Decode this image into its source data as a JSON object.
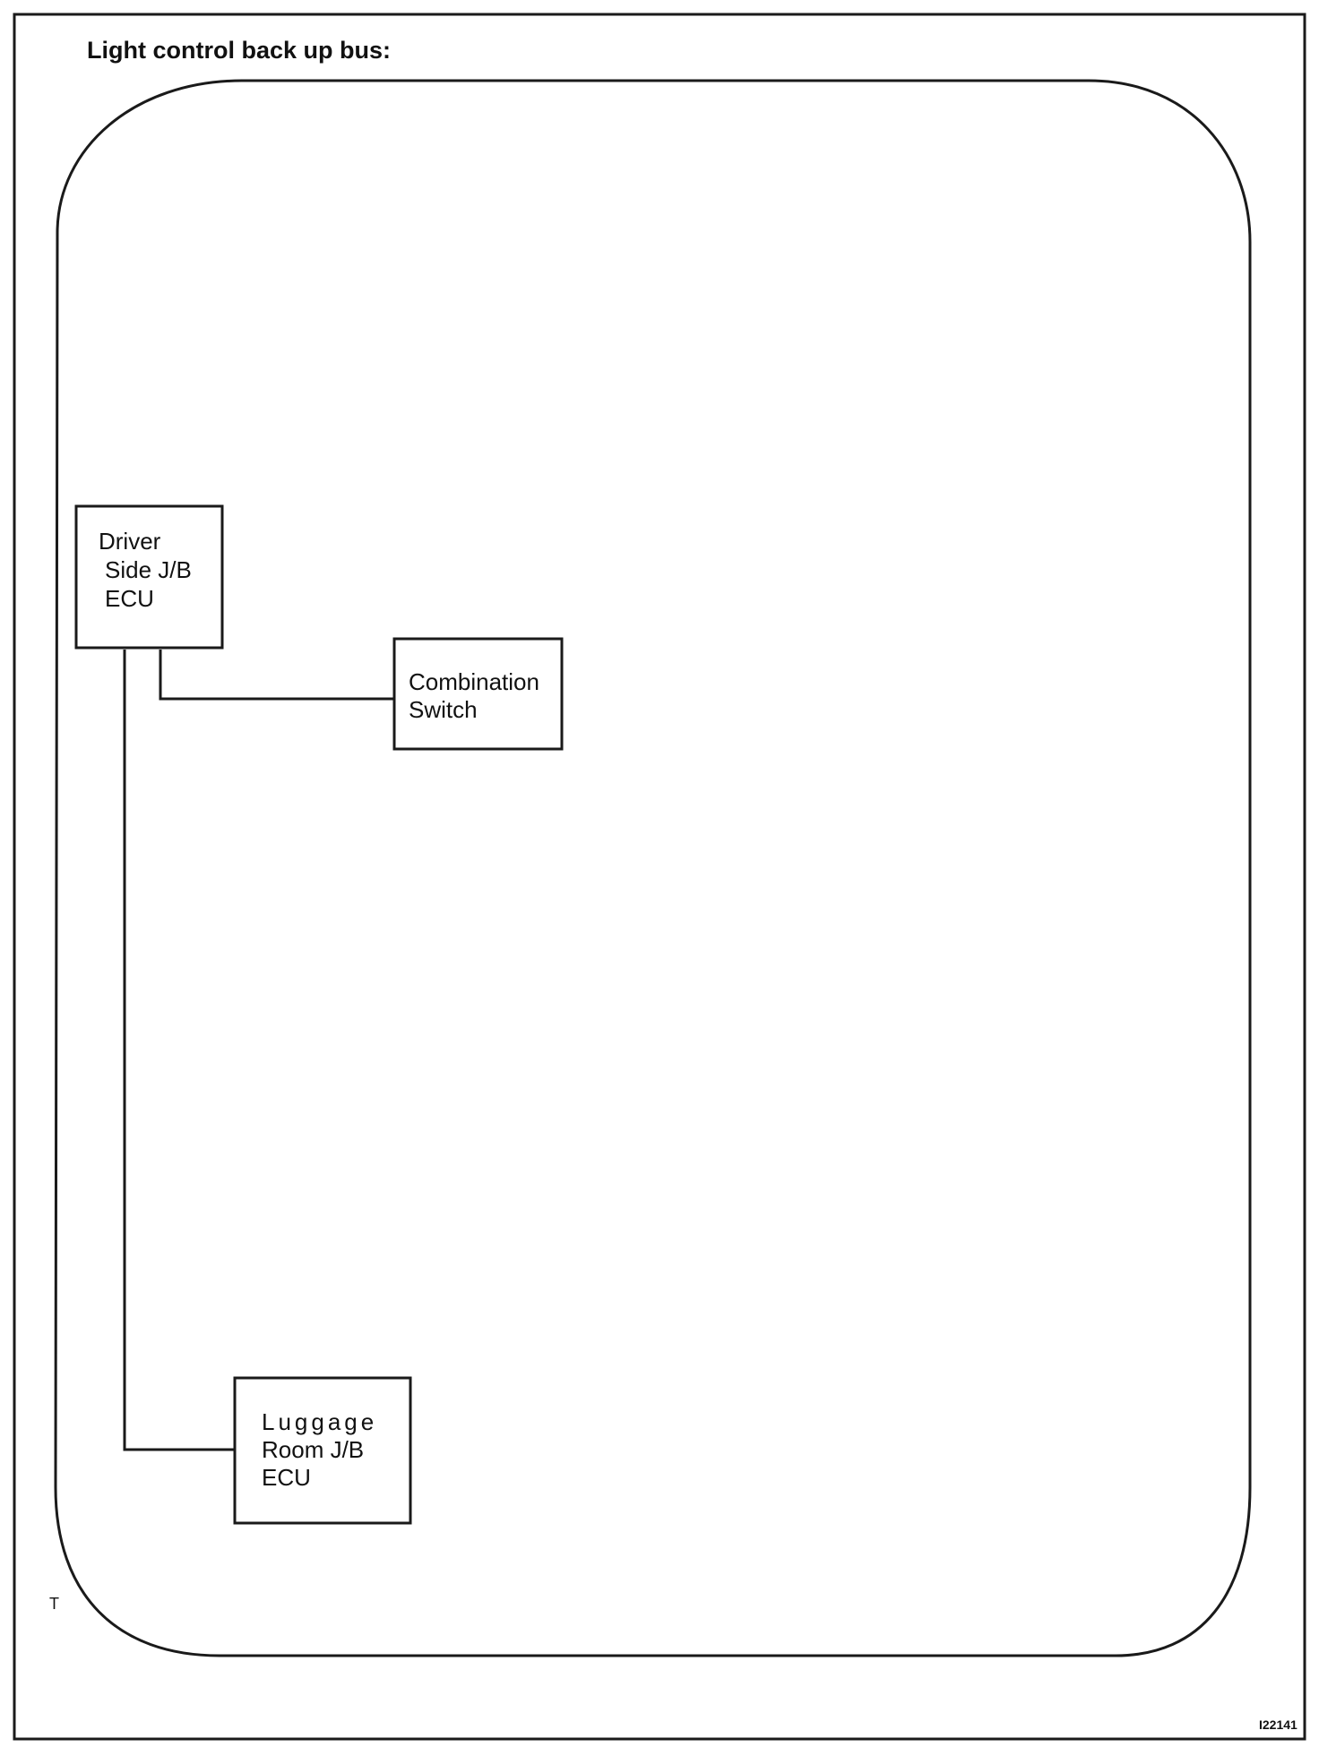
{
  "title": "Light control back up bus:",
  "components": {
    "driver_side_jb_ecu": {
      "line1": "Driver",
      "line2": "Side J/B",
      "line3": "ECU"
    },
    "combination_switch": {
      "line1": "Combination",
      "line2": "Switch"
    },
    "luggage_room_jb_ecu": {
      "line1": "Luggage",
      "line2": "Room J/B",
      "line3": "ECU"
    }
  },
  "marker": "T",
  "figure_id": "I22141"
}
